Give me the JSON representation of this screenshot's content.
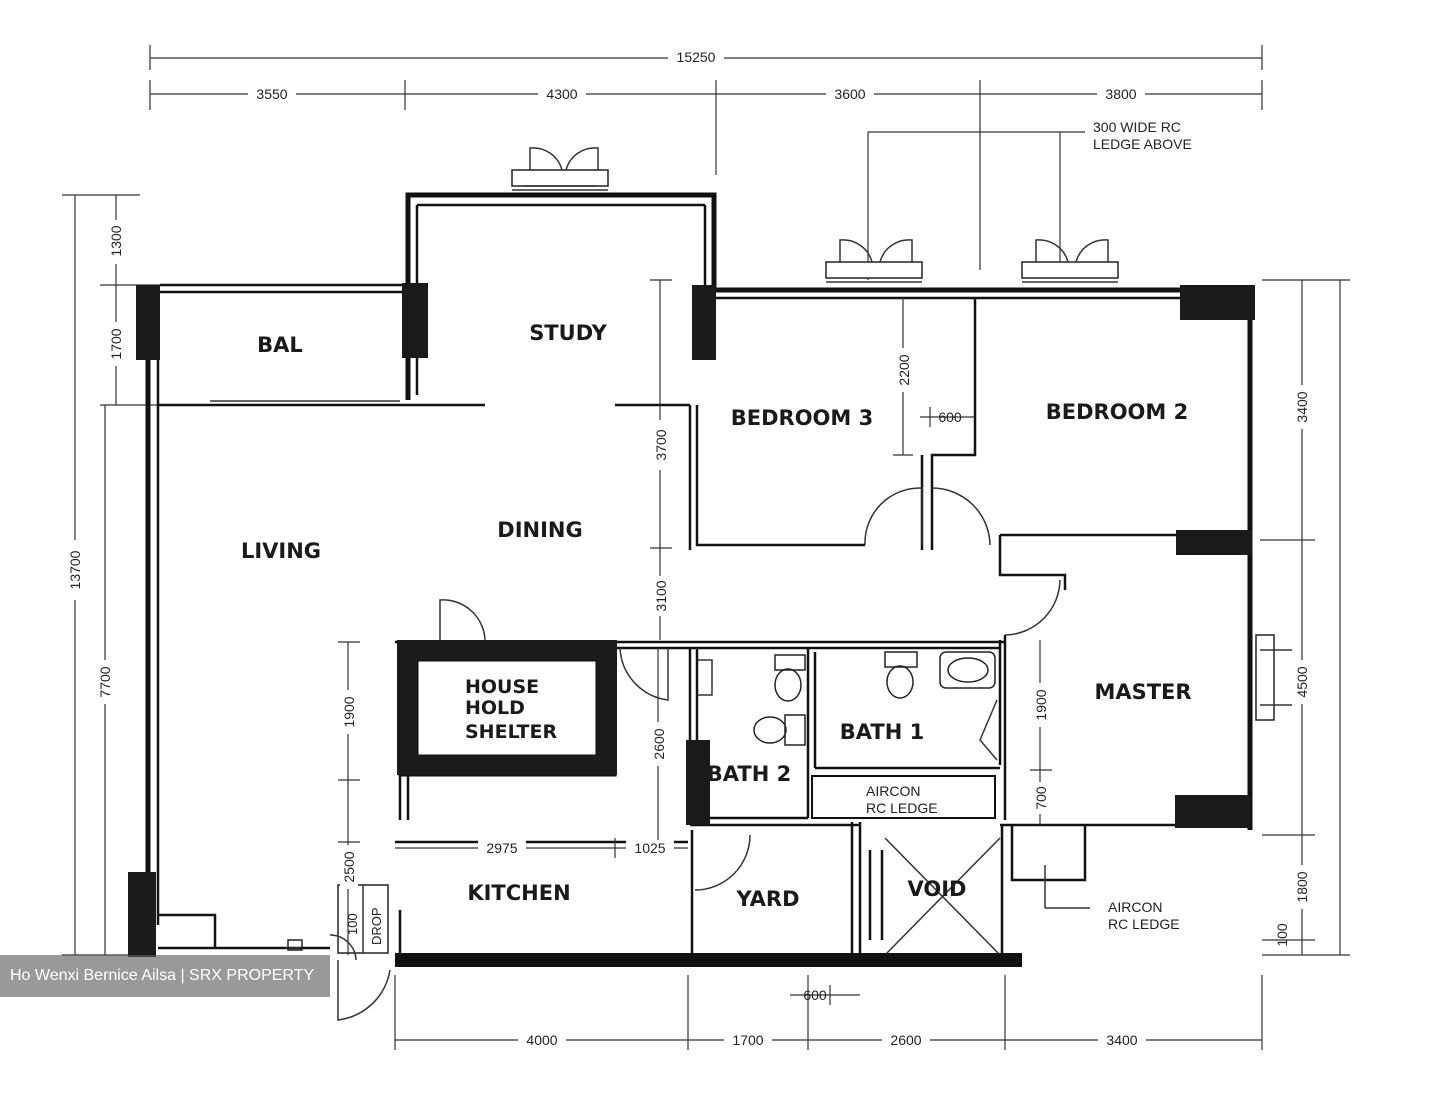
{
  "rooms": {
    "bal": "BAL",
    "study": "STUDY",
    "bedroom3": "BEDROOM 3",
    "bedroom2": "BEDROOM 2",
    "living": "LIVING",
    "dining": "DINING",
    "master": "MASTER",
    "shelter_line1": "HOUSE",
    "shelter_line2": "HOLD",
    "shelter_line3": "SHELTER",
    "bath1": "BATH 1",
    "bath2": "BATH 2",
    "kitchen": "KITCHEN",
    "yard": "YARD",
    "void": "VOID"
  },
  "notes": {
    "ledge_above_line1": "300 WIDE RC",
    "ledge_above_line2": "LEDGE ABOVE",
    "aircon_line1": "AIRCON",
    "aircon_line2": "RC LEDGE",
    "aircon2_line1": "AIRCON",
    "aircon2_line2": "RC LEDGE",
    "drop": "DROP",
    "drop_dim": "100"
  },
  "dimensions": {
    "overall_width": "15250",
    "top_segments": [
      "3550",
      "4300",
      "3600",
      "3800"
    ],
    "bottom_segments": [
      "4000",
      "1700",
      "2600",
      "3400"
    ],
    "bottom_600": "600",
    "left_outer": "13700",
    "left_segments": [
      "1300",
      "1700"
    ],
    "left_lower": "7700",
    "right_segments": [
      "3400",
      "4500",
      "1800",
      "100"
    ],
    "interior": {
      "study_depth": "3700",
      "bed3_depth": "2200",
      "bed3_600": "600",
      "shelter_1900": "1900",
      "shelter_2500": "2500",
      "bath2_2600": "2600",
      "kitchen_2975": "2975",
      "kitchen_1025": "1025",
      "master_1900": "1900",
      "master_700": "700",
      "study_3100": "3100"
    }
  },
  "watermark": "Ho Wenxi Bernice Ailsa | SRX PROPERTY"
}
